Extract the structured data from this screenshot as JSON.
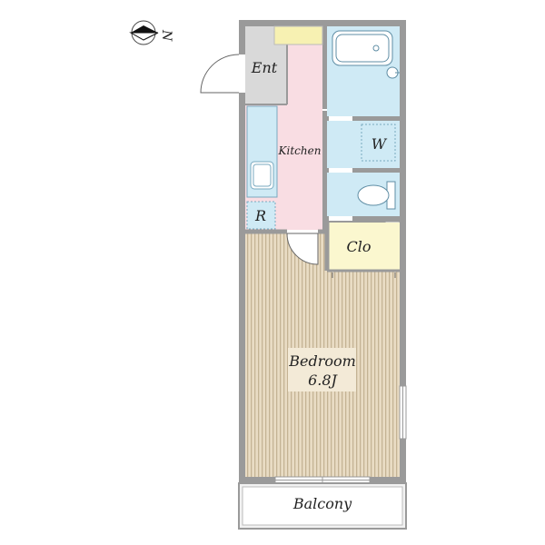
{
  "compass": {
    "letter": "N"
  },
  "rooms": {
    "entrance": "Ent",
    "kitchen": "Kitchen",
    "washer": "W",
    "fridge": "R",
    "closet": "Clo",
    "bedroom": "Bedroom",
    "bedroom_size": "6.8J",
    "balcony": "Balcony"
  },
  "colors": {
    "wall": "#9a9a9a",
    "entrance_floor": "#d9d9d9",
    "kitchen_floor": "#f9dde3",
    "wet_area": "#cfeaf5",
    "closet": "#fbf7cf",
    "bedroom_floor": "#e9dcc4",
    "bedroom_stripe": "#bfae8e",
    "shoe_box": "#f7f1b2",
    "label_box": "#f3ead7"
  }
}
